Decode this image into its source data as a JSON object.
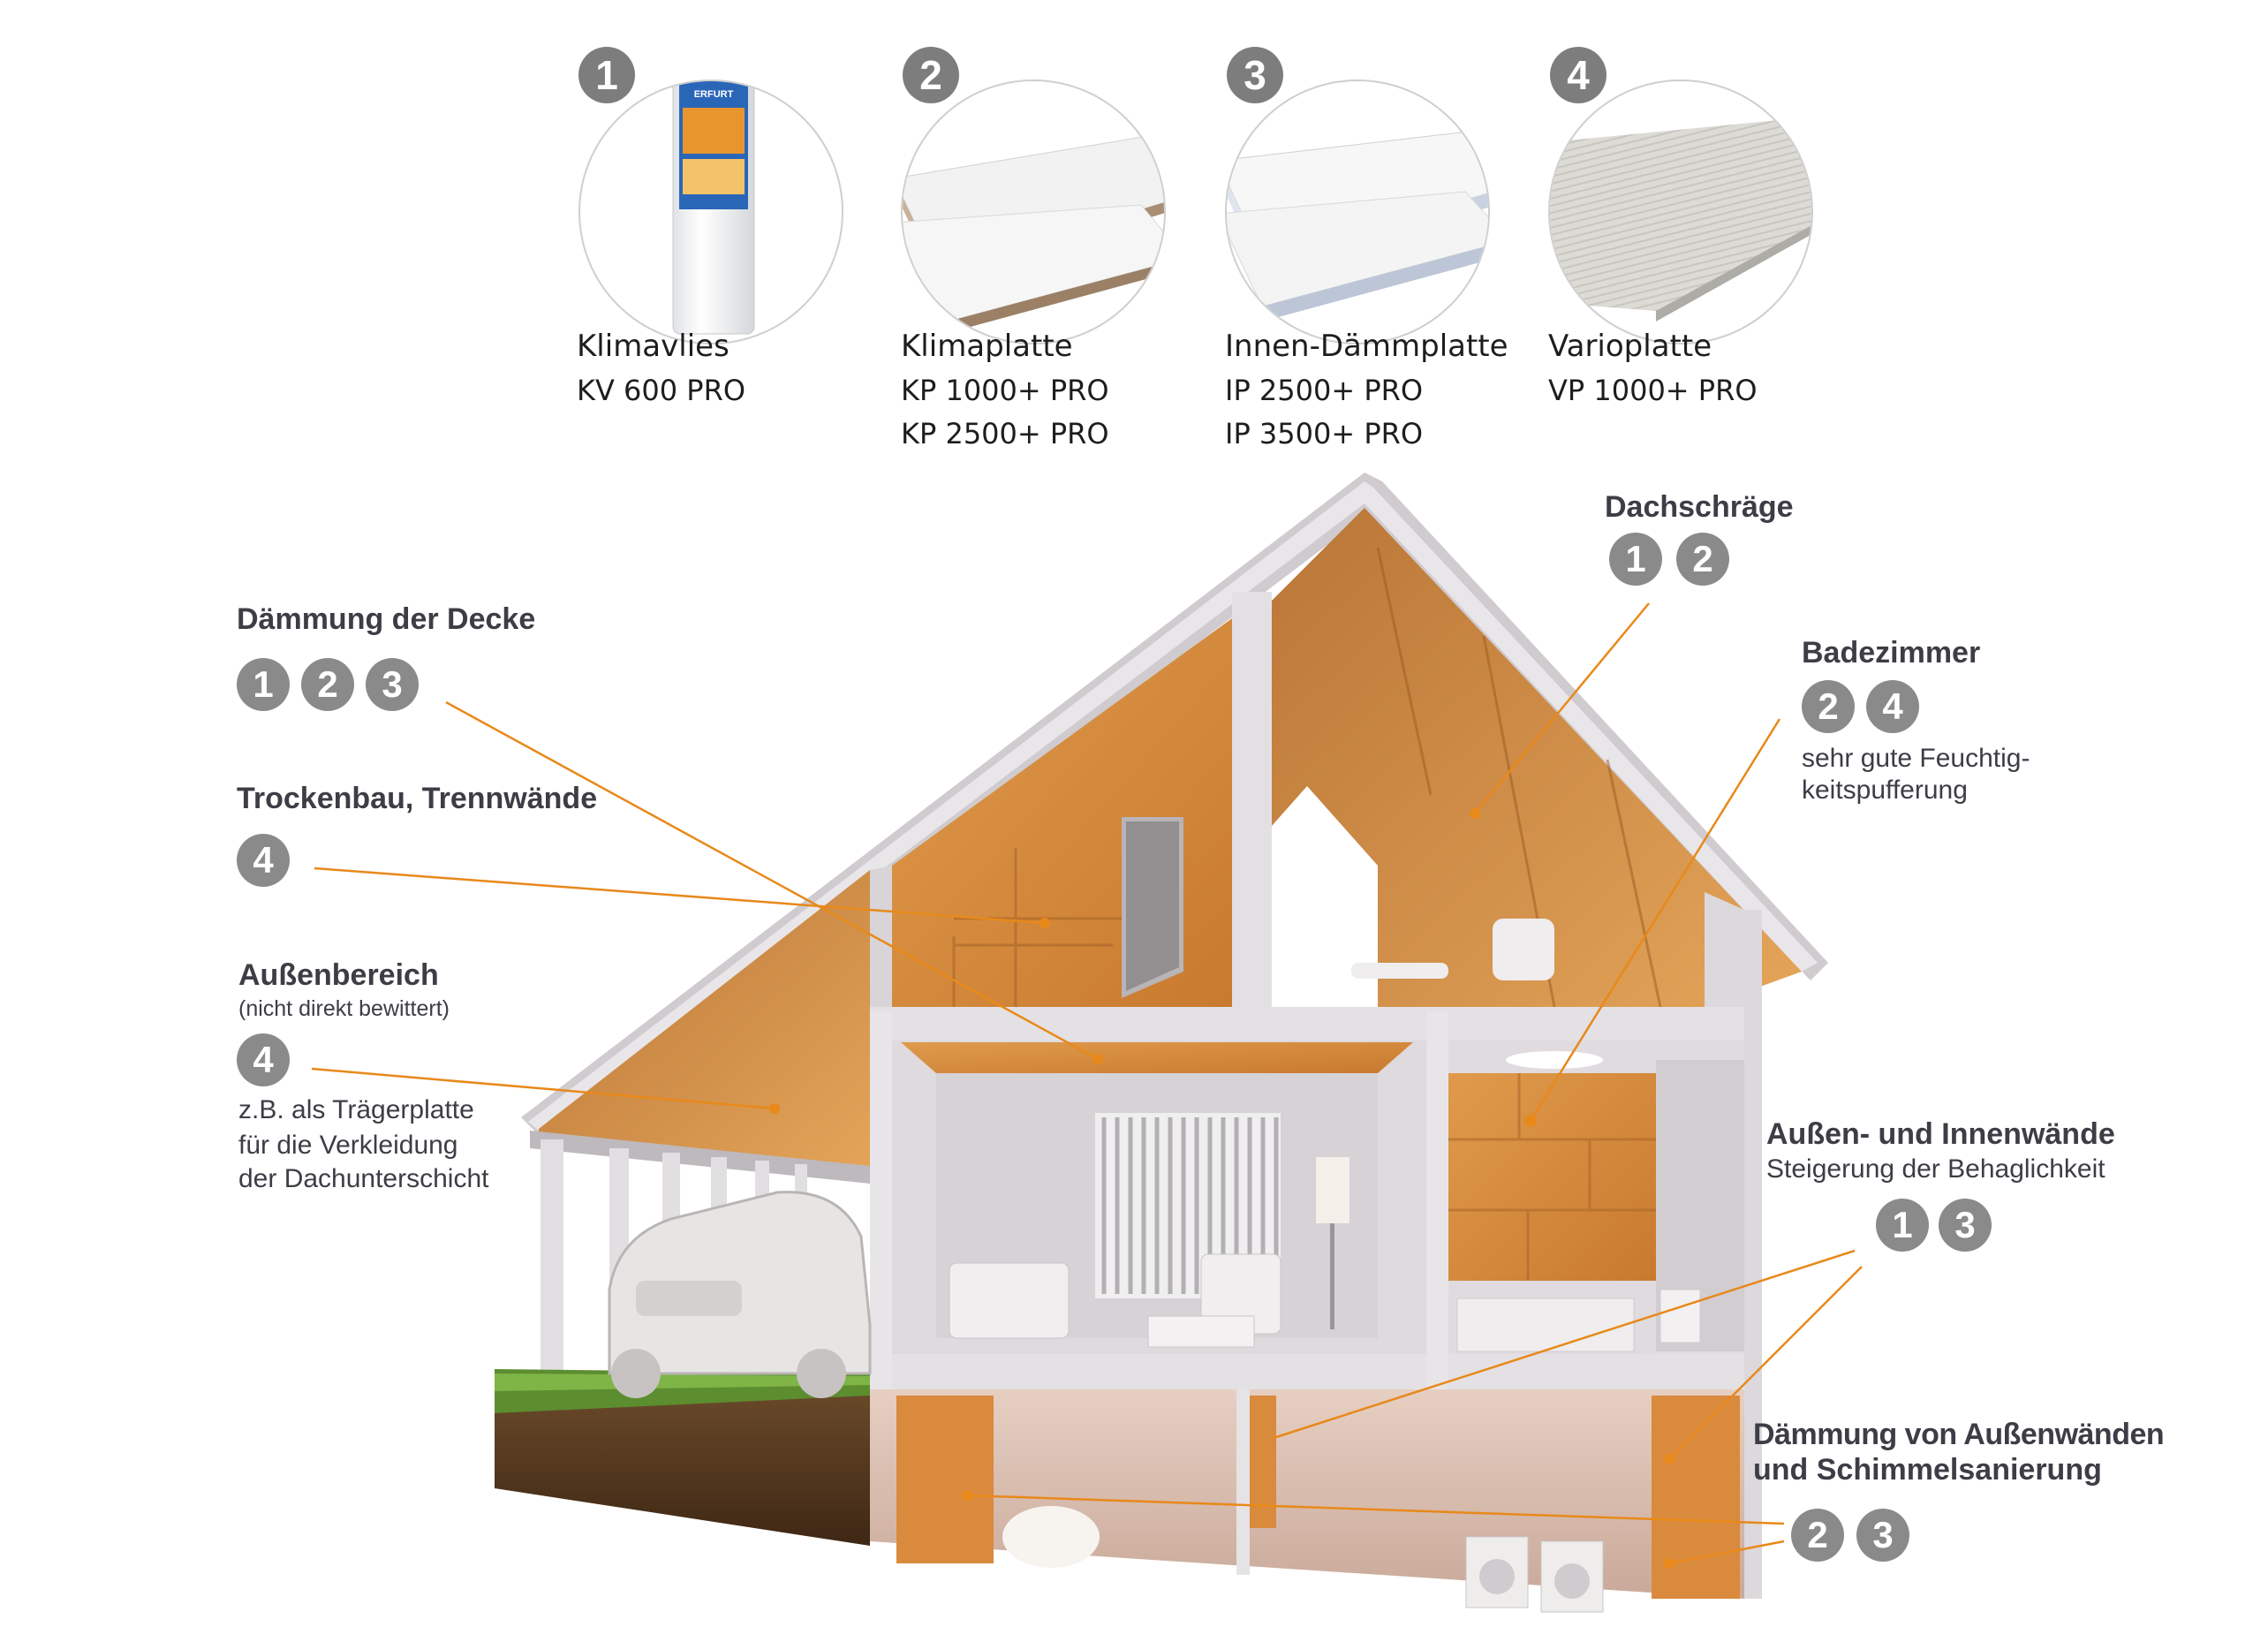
{
  "products": [
    {
      "number": "1",
      "name": "Klimavlies",
      "codes": [
        "KV 600 PRO"
      ],
      "icon": "fleece-roll-icon",
      "label_text": "ERFURT"
    },
    {
      "number": "2",
      "name": "Klimaplatte",
      "codes": [
        "KP 1000+ PRO",
        "KP 2500+ PRO"
      ],
      "icon": "climate-board-icon"
    },
    {
      "number": "3",
      "name": "Innen-Dämmplatte",
      "codes": [
        "IP 2500+ PRO",
        "IP 3500+ PRO"
      ],
      "icon": "insulation-board-icon"
    },
    {
      "number": "4",
      "name": "Varioplatte",
      "codes": [
        "VP 1000+ PRO"
      ],
      "icon": "vario-board-icon"
    }
  ],
  "callouts": {
    "ceiling": {
      "title": "Dämmung der Decke",
      "badges": [
        "1",
        "2",
        "3"
      ]
    },
    "drywall": {
      "title": "Trockenbau, Trennwände",
      "badges": [
        "4"
      ]
    },
    "outdoor": {
      "title": "Außenbereich",
      "subtitle": "(nicht direkt bewittert)",
      "badges": [
        "4"
      ],
      "lines": [
        "z.B. als Trägerplatte",
        "für die Verkleidung",
        "der Dachunterschicht"
      ]
    },
    "roof_slope": {
      "title": "Dachschräge",
      "badges": [
        "1",
        "2"
      ]
    },
    "bathroom": {
      "title": "Badezimmer",
      "badges": [
        "2",
        "4"
      ],
      "lines": [
        "sehr gute Feuchtig-",
        "keitspufferung"
      ]
    },
    "walls": {
      "title": "Außen- und Innenwände",
      "subtitle": "Steigerung der Behaglichkeit",
      "badges": [
        "1",
        "3"
      ]
    },
    "exterior_walls": {
      "title_lines": [
        "Dämmung von Außenwänden",
        "und Schimmelsanierung"
      ],
      "badges": [
        "2",
        "3"
      ]
    }
  },
  "colors": {
    "accent": "#e8891a",
    "badge": "#8a8a8a",
    "text": "#3d3d46",
    "wall": "#d9d6d9",
    "panel": "#d98a3c"
  }
}
